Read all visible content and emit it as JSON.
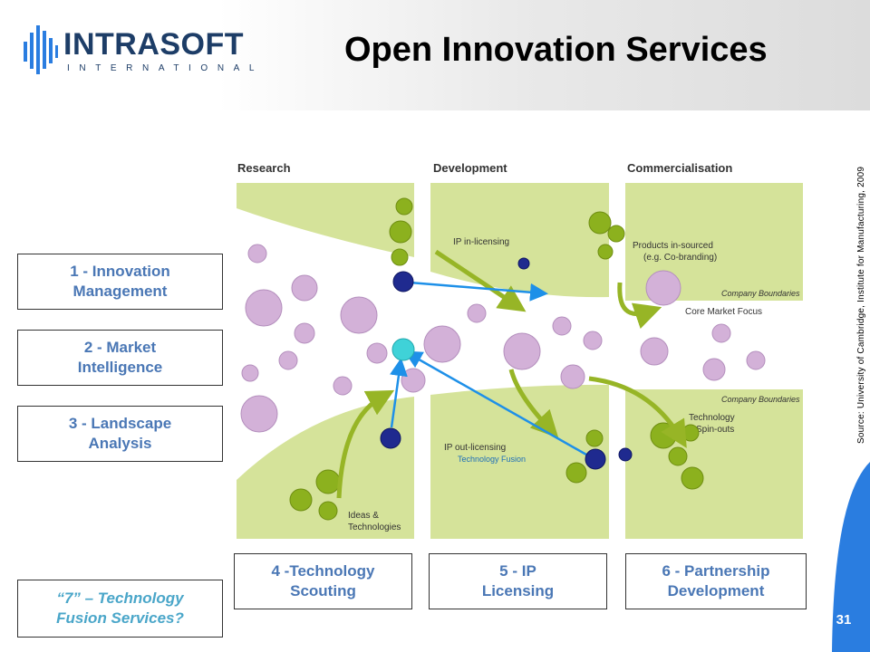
{
  "header": {
    "logo_main": "INTRASOFT",
    "logo_sub": "INTERNATIONAL",
    "title": "Open Innovation Services"
  },
  "source_note": "Source: University of Cambridge, Institute for Manufacturing, 2009",
  "services": {
    "s1": [
      "1 - Innovation",
      "Management"
    ],
    "s2": [
      "2 - Market",
      "Intelligence"
    ],
    "s3": [
      "3 - Landscape",
      "Analysis"
    ],
    "s4": [
      "4 -Technology",
      "Scouting"
    ],
    "s5": [
      "5 - IP",
      "Licensing"
    ],
    "s6": [
      "6 - Partnership",
      "Development"
    ],
    "s7": [
      "“7” – Technology",
      "Fusion Services?"
    ]
  },
  "diagram": {
    "col_research": "Research",
    "col_development": "Development",
    "col_commercialisation": "Commercialisation",
    "ip_in": "IP in-licensing",
    "products_1": "Products in-sourced",
    "products_2": "(e.g. Co-branding)",
    "company_top": "Company Boundaries",
    "core_market": "Core Market Focus",
    "company_bottom": "Company Boundaries",
    "tech_spin_1": "Technology",
    "tech_spin_2": "Spin-outs",
    "ip_out": "IP out-licensing",
    "tech_fusion": "Technology Fusion",
    "ideas_1": "Ideas &",
    "ideas_2": "Technologies"
  },
  "colors": {
    "green_fill": "#d5e39a",
    "green_dot": "#8cb11e",
    "purple_dot": "#d3b1d8",
    "navy_dot": "#1f2a8f",
    "cyan_dot": "#3fd2d8",
    "blue_arrow": "#1e90e8",
    "olive_arrow": "#97b526",
    "service_text": "#4a77b5",
    "deco_blue": "#2a7de0"
  },
  "page_number": "31"
}
